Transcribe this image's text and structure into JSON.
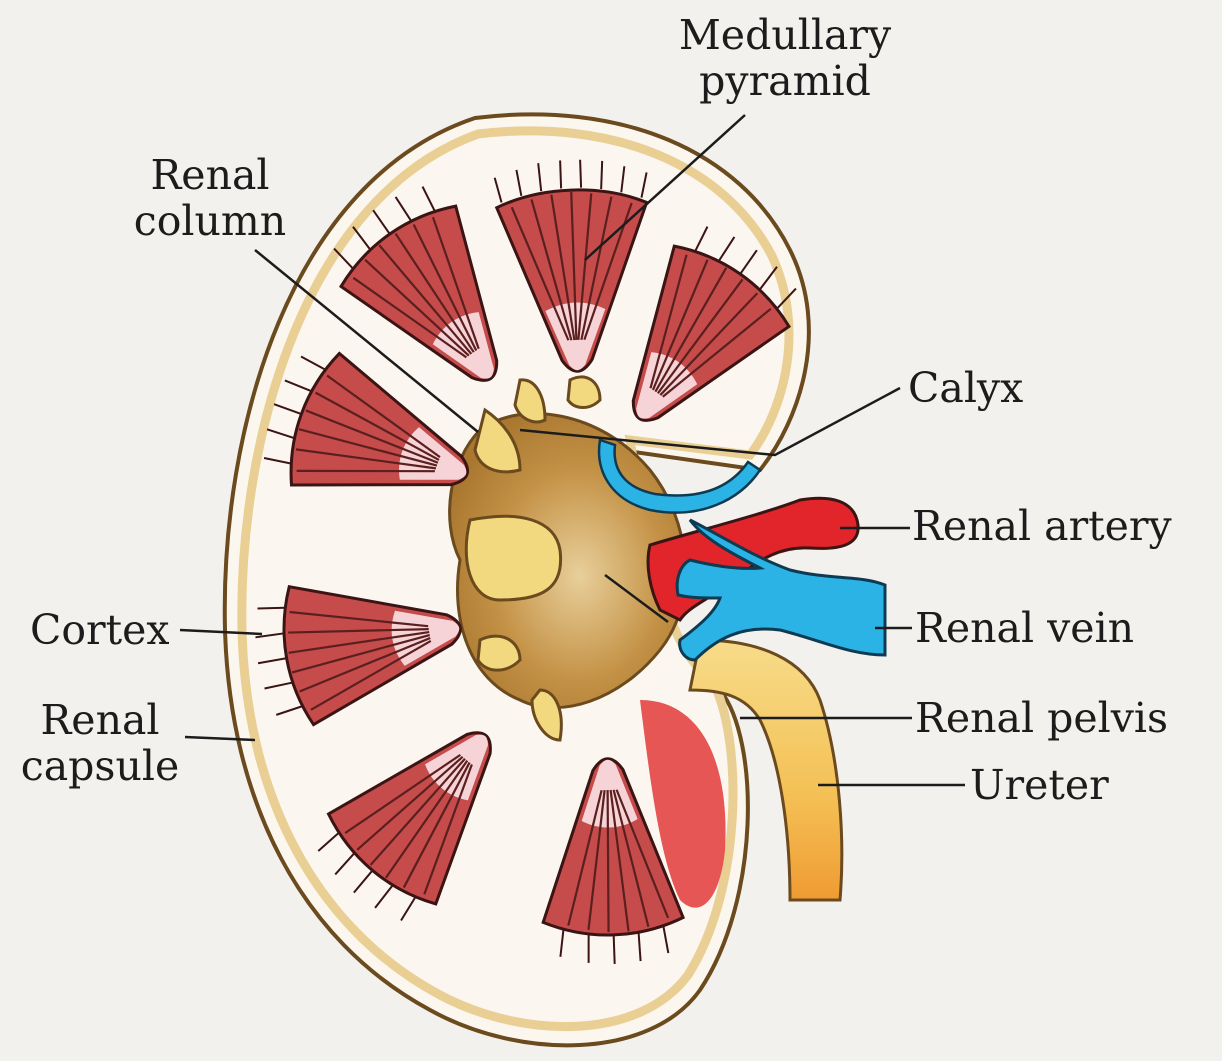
{
  "labels": {
    "medullary_pyramid": [
      "Medullary",
      "pyramid"
    ],
    "renal_column": [
      "Renal",
      "column"
    ],
    "calyx": "Calyx",
    "renal_artery": "Renal artery",
    "cortex": "Cortex",
    "renal_vein": "Renal vein",
    "renal_capsule": [
      "Renal",
      "capsule"
    ],
    "renal_pelvis": "Renal pelvis",
    "ureter": "Ureter"
  },
  "colors": {
    "background": "#f3f1ee",
    "capsule": "#f4dfb0",
    "pyramid": "#c64b4b",
    "pyramid_stripe": "#5a1f1f",
    "pyramid_tip": "#f6d3d6",
    "sinus": "#b98a3e",
    "column": "#f2d87f",
    "artery": "#e2242b",
    "vein": "#2bb3e6",
    "ureter": "#f0b84a"
  }
}
